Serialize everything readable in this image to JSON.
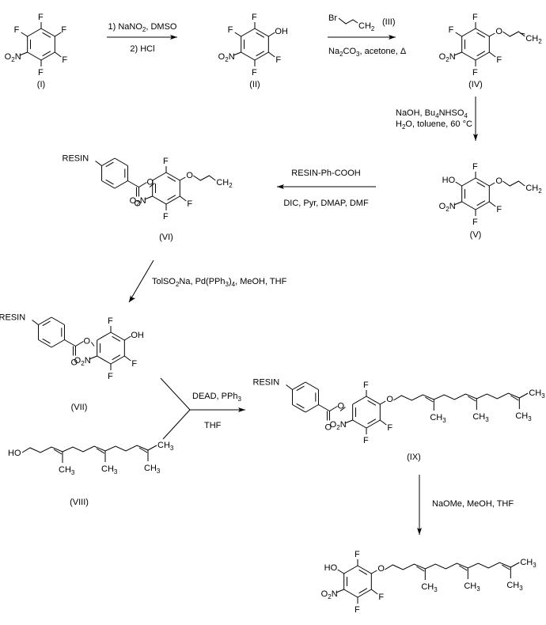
{
  "compounds": [
    {
      "id": "I",
      "label": "(I)",
      "substituents": [
        "F",
        "F",
        "F",
        "F",
        "F",
        "O2N"
      ]
    },
    {
      "id": "II",
      "label": "(II)",
      "substituents": [
        "F",
        "OH",
        "F",
        "F",
        "F",
        "O2N"
      ]
    },
    {
      "id": "IV",
      "label": "(IV)",
      "substituents": [
        "F",
        "O",
        "CH2",
        "F",
        "F",
        "F",
        "O2N"
      ]
    },
    {
      "id": "V",
      "label": "(V)",
      "substituents": [
        "HO",
        "F",
        "O",
        "CH2",
        "F",
        "F",
        "O2N"
      ]
    },
    {
      "id": "VI",
      "label": "(VI)",
      "substituents": [
        "RESIN",
        "O",
        "O",
        "F",
        "O",
        "CH2",
        "F",
        "F",
        "O2N"
      ]
    },
    {
      "id": "VII",
      "label": "(VII)",
      "substituents": [
        "RESIN",
        "O",
        "O",
        "F",
        "OH",
        "F",
        "F",
        "O2N"
      ]
    },
    {
      "id": "VIII",
      "label": "(VIII)",
      "substituents": [
        "HO",
        "CH3",
        "CH3",
        "CH3",
        "CH3"
      ]
    },
    {
      "id": "IX",
      "label": "(IX)",
      "substituents": [
        "RESIN",
        "O",
        "O",
        "F",
        "O",
        "F",
        "F",
        "O2N",
        "CH3",
        "CH3",
        "CH3",
        "CH3"
      ]
    },
    {
      "id": "X",
      "label": "",
      "substituents": [
        "HO",
        "F",
        "O",
        "F",
        "F",
        "O2N",
        "CH3",
        "CH3",
        "CH3",
        "CH3"
      ]
    }
  ],
  "atoms": {
    "F": "F",
    "OH": "OH",
    "HO": "HO",
    "O": "O",
    "N": "N",
    "O2N_O": "O",
    "O2N_sub": "2",
    "CH": "CH",
    "sub2": "2",
    "sub3": "3",
    "RESIN": "RESIN",
    "Br": "Br"
  },
  "reactions": [
    {
      "id": "r1",
      "from": "I",
      "to": "II",
      "above": [
        "1) NaNO",
        "2",
        ", DMSO"
      ],
      "below": "2) HCl"
    },
    {
      "id": "r2",
      "from": "II",
      "to": "IV",
      "reagent_label": "(III)",
      "above": "Br",
      "below": [
        "Na",
        "2",
        "CO",
        "3",
        ", acetone, Δ"
      ]
    },
    {
      "id": "r3",
      "from": "IV",
      "to": "V",
      "line1": [
        "NaOH, Bu",
        "4",
        "NHSO",
        "4"
      ],
      "line2": [
        "H",
        "2",
        "O, toluene, 60 °C"
      ]
    },
    {
      "id": "r4",
      "from": "V",
      "to": "VI",
      "above": "RESIN-Ph-COOH",
      "below": "DIC, Pyr, DMAP, DMF"
    },
    {
      "id": "r5",
      "from": "VI",
      "to": "VII",
      "text": [
        "TolSO",
        "2",
        "Na, Pd(PPh",
        "3",
        ")",
        "4",
        ", MeOH, THF"
      ]
    },
    {
      "id": "r6",
      "from": [
        "VII",
        "VIII"
      ],
      "to": "IX",
      "above": [
        "DEAD, PPh",
        "3"
      ],
      "below": "THF"
    },
    {
      "id": "r7",
      "from": "IX",
      "to": "X",
      "text": "NaOMe, MeOH, THF"
    }
  ]
}
